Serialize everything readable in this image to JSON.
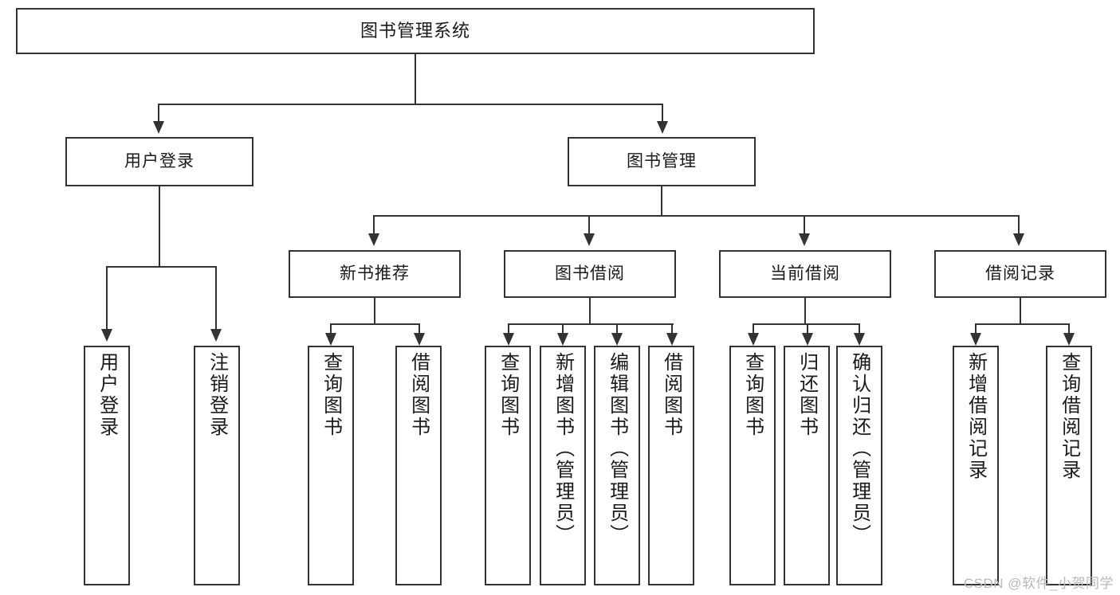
{
  "diagram": {
    "type": "tree-hierarchy-flowchart",
    "title": "图书管理系统",
    "root": {
      "label": "图书管理系统"
    },
    "level2": [
      {
        "label": "用户登录"
      },
      {
        "label": "图书管理"
      }
    ],
    "level3": [
      {
        "label": "新书推荐"
      },
      {
        "label": "图书借阅"
      },
      {
        "label": "当前借阅"
      },
      {
        "label": "借阅记录"
      }
    ],
    "leaves": {
      "user_login": [
        {
          "label": "用户登录"
        },
        {
          "label": "注销登录"
        }
      ],
      "new_book_recommend": [
        {
          "label": "查询图书"
        },
        {
          "label": "借阅图书"
        }
      ],
      "book_borrow": [
        {
          "label": "查询图书"
        },
        {
          "label": "新增图书（管理员）"
        },
        {
          "label": "编辑图书（管理员）"
        },
        {
          "label": "借阅图书"
        }
      ],
      "current_borrow": [
        {
          "label": "查询图书"
        },
        {
          "label": "归还图书"
        },
        {
          "label": "确认归还（管理员）"
        }
      ],
      "borrow_record": [
        {
          "label": "新增借阅记录"
        },
        {
          "label": "查询借阅记录"
        }
      ]
    }
  },
  "watermark": {
    "text": "CSDN @软件_小贺同学"
  },
  "colors": {
    "stroke": "#333333",
    "text": "#1a1a1a",
    "background": "#ffffff",
    "watermark": "#b9b9b9"
  }
}
